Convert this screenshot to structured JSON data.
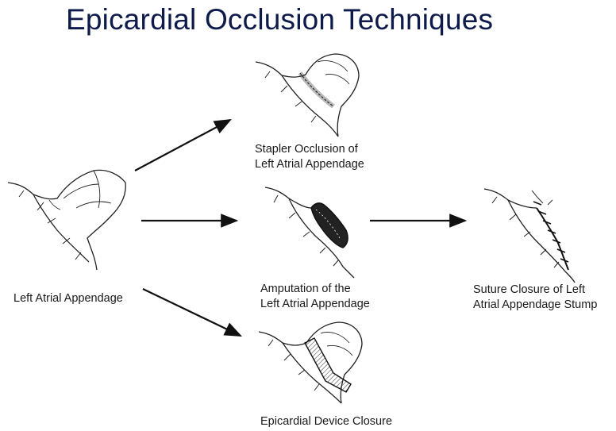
{
  "title": "Epicardial Occlusion Techniques",
  "nodes": {
    "left_atrial_appendage": {
      "line1": "Left Atrial Appendage"
    },
    "stapler": {
      "line1": "Stapler Occlusion of",
      "line2": "Left Atrial Appendage"
    },
    "amputation": {
      "line1": "Amputation of the",
      "line2": "Left Atrial Appendage"
    },
    "device": {
      "line1": "Epicardial Device Closure"
    },
    "suture": {
      "line1": "Suture Closure of Left",
      "line2": "Atrial Appendage Stump"
    }
  },
  "edges": [
    {
      "from": "left_atrial_appendage",
      "to": "stapler"
    },
    {
      "from": "left_atrial_appendage",
      "to": "amputation"
    },
    {
      "from": "left_atrial_appendage",
      "to": "device"
    },
    {
      "from": "amputation",
      "to": "suture"
    }
  ],
  "colors": {
    "title": "#0d1a4a",
    "line": "#111111"
  }
}
